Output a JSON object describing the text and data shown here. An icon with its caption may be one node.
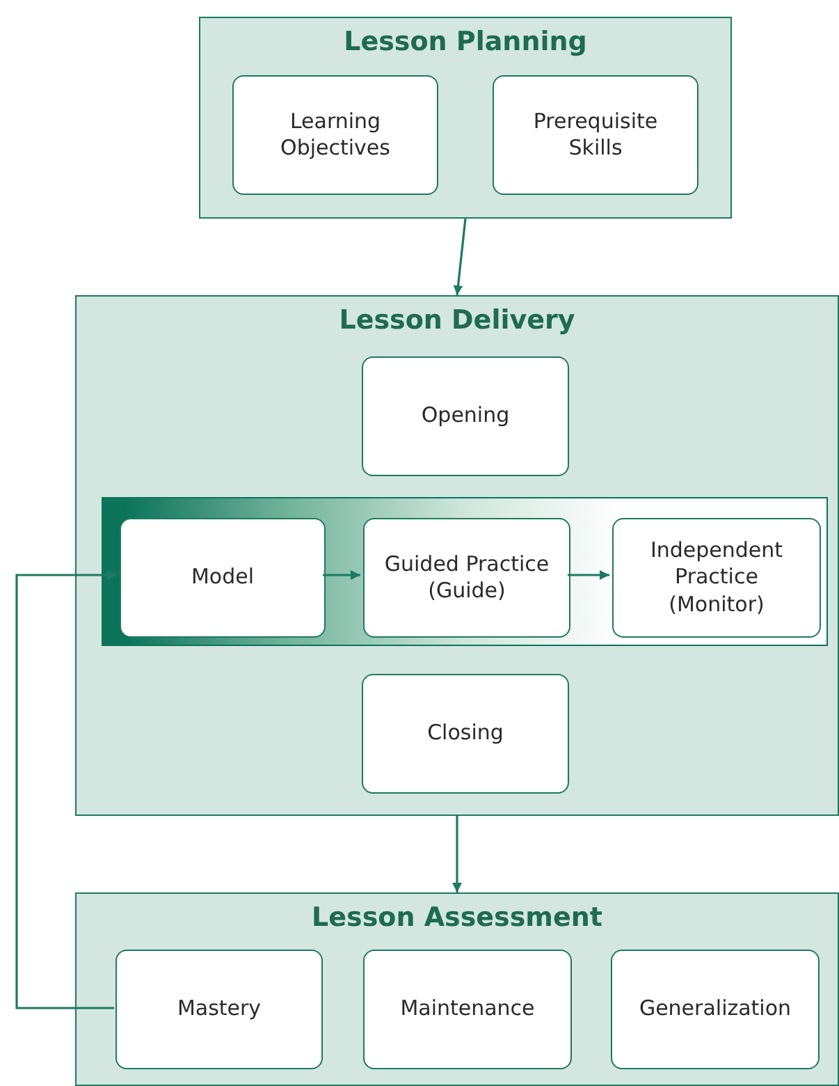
{
  "diagram": {
    "nodes": [
      {
        "text": [
          "Lesson Planning"
        ]
      },
      {
        "text": [
          "Learning Objectives"
        ],
        "in": 0
      },
      {
        "text": [
          "Prerequisite Skills"
        ],
        "in": 0
      },
      {
        "text": [
          "Lesson Delivery"
        ]
      },
      {
        "text": [
          "Opening"
        ],
        "in": 3
      },
      {
        "text": [],
        "shape": "box",
        "in": 3
      },
      {
        "text": [
          "Model"
        ],
        "in": 5
      },
      {
        "text": [
          "Guided Practice (Guide)"
        ],
        "in": 5
      },
      {
        "text": [
          "Independent Practice (Monitor)"
        ],
        "in": 5
      },
      {
        "text": [
          "Closing"
        ],
        "in": 3
      },
      {
        "text": [
          "Lesson Assessment"
        ]
      },
      {
        "text": [
          "Mastery"
        ],
        "in": 10
      },
      {
        "text": [
          "Maintenance"
        ],
        "in": 10
      },
      {
        "text": [
          "Generalization"
        ],
        "in": 10
      }
    ],
    "edges": [
      {
        "from": 0,
        "to": 3,
        "arrow": "to"
      },
      {
        "from": 3,
        "to": 10,
        "arrow": "to"
      },
      {
        "from": 11,
        "to": 6,
        "arrow": "to"
      },
      {
        "from": 6,
        "to": 7,
        "arrow": "to"
      },
      {
        "from": 7,
        "to": 8,
        "arrow": "to"
      }
    ]
  }
}
